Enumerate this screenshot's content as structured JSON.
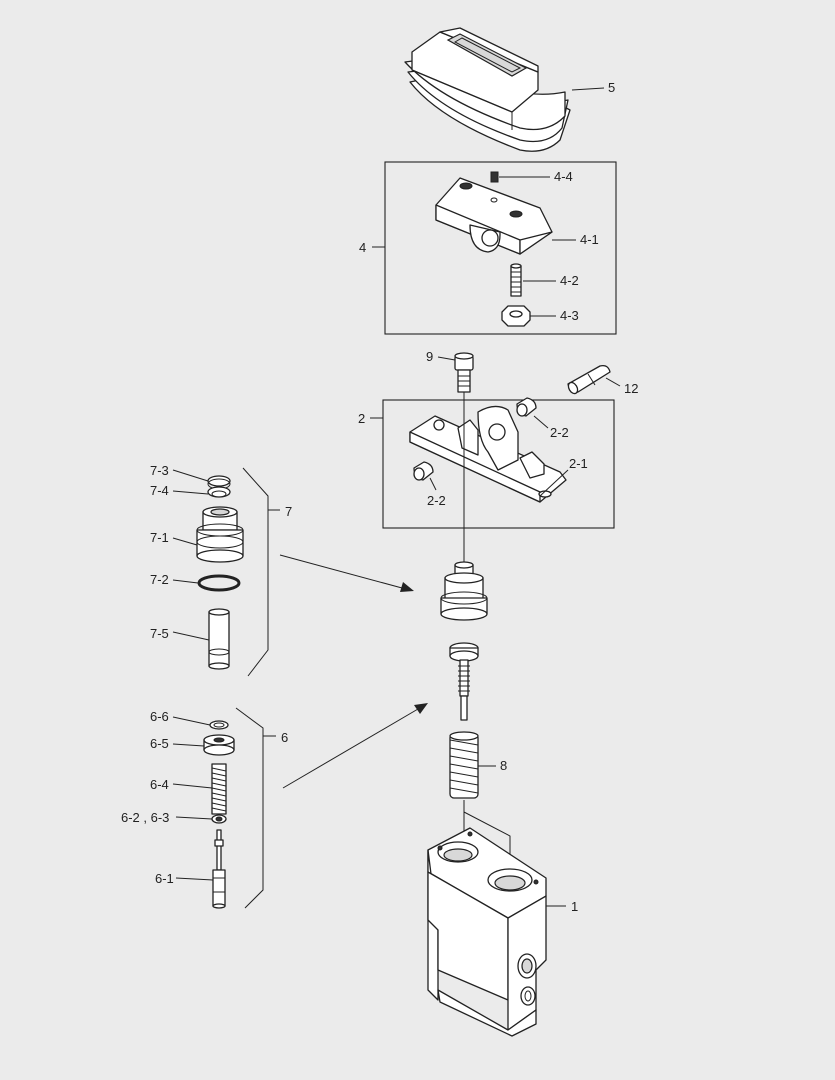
{
  "labels": {
    "p5": "5",
    "p4": "4",
    "p4_4": "4-4",
    "p4_1": "4-1",
    "p4_2": "4-2",
    "p4_3": "4-3",
    "p9": "9",
    "p12": "12",
    "p2": "2",
    "p2_2a": "2-2",
    "p2_1": "2-1",
    "p2_2b": "2-2",
    "p7": "7",
    "p7_3": "7-3",
    "p7_4": "7-4",
    "p7_1": "7-1",
    "p7_2": "7-2",
    "p7_5": "7-5",
    "p6": "6",
    "p6_6": "6-6",
    "p6_5": "6-5",
    "p6_4": "6-4",
    "p6_23": "6-2 , 6-3",
    "p6_1": "6-1",
    "p8": "8",
    "p1": "1"
  },
  "colors": {
    "background": "#ebebeb",
    "line": "#222222",
    "part_fill": "#ffffff"
  }
}
